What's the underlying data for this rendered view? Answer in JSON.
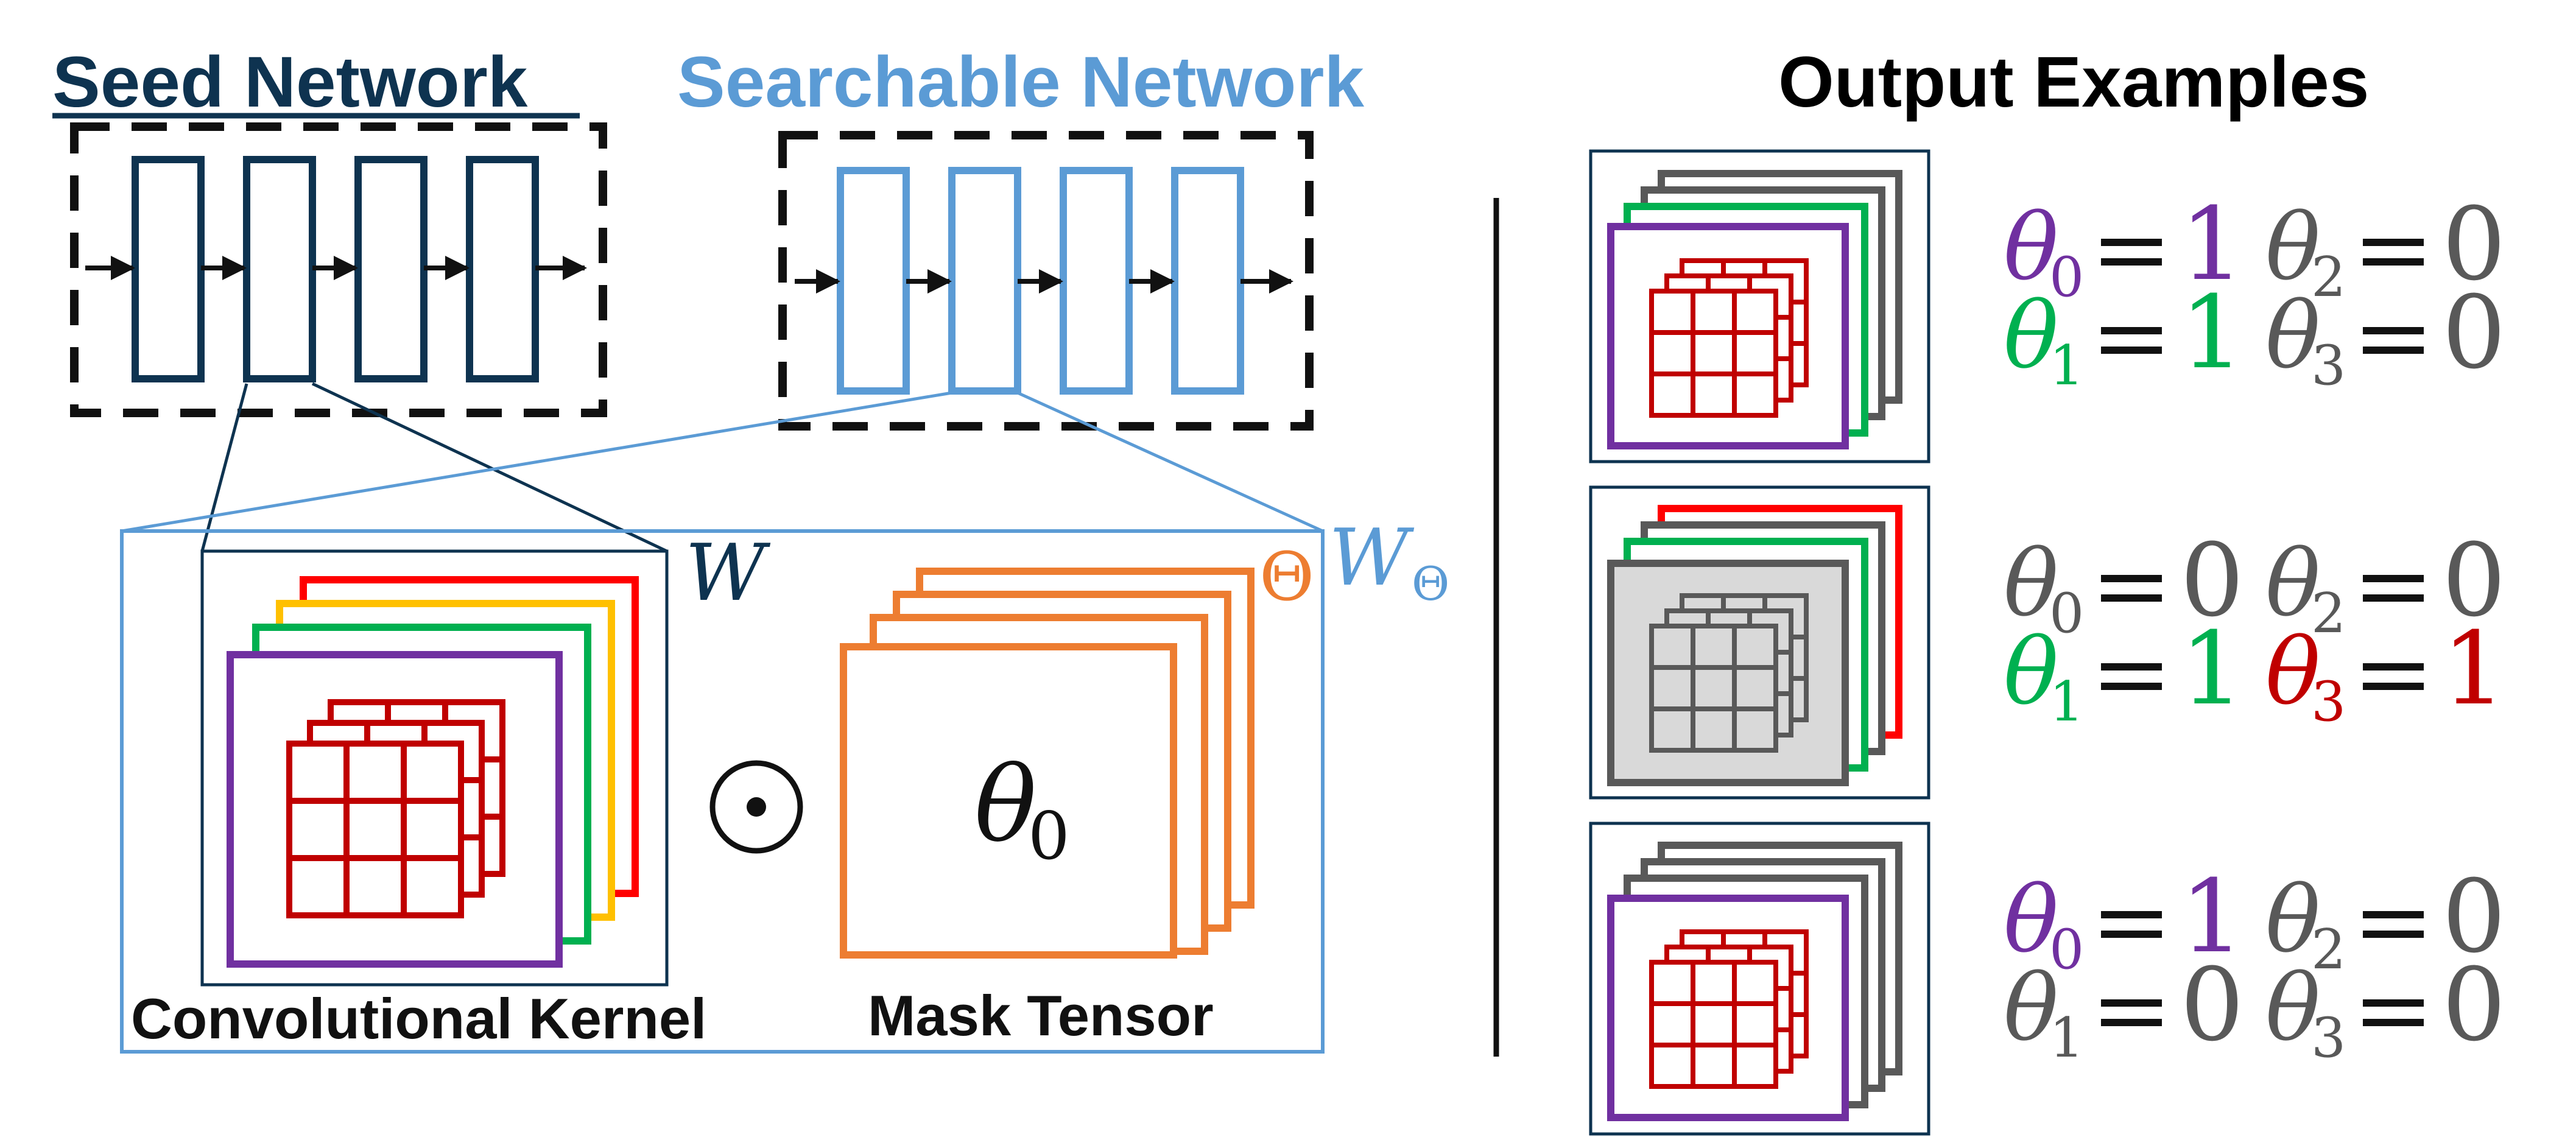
{
  "headings": {
    "seed": "Seed Network",
    "searchable": "Searchable Network",
    "output": "Output Examples"
  },
  "labels": {
    "kernel": "Convolutional Kernel",
    "mask": "Mask Tensor",
    "W": "W",
    "W_theta_base": "W",
    "W_theta_sub": "Θ",
    "Theta": "Θ",
    "mask_theta": "θ",
    "mask_theta_sub": "0",
    "odot": "⊙"
  },
  "examples": [
    {
      "equations": [
        {
          "sym": "θ",
          "sub": "0",
          "val": "1",
          "color": "purple"
        },
        {
          "sym": "θ",
          "sub": "2",
          "val": "0",
          "color": "gray"
        },
        {
          "sym": "θ",
          "sub": "1",
          "val": "1",
          "color": "green"
        },
        {
          "sym": "θ",
          "sub": "3",
          "val": "0",
          "color": "gray"
        }
      ]
    },
    {
      "equations": [
        {
          "sym": "θ",
          "sub": "0",
          "val": "0",
          "color": "gray"
        },
        {
          "sym": "θ",
          "sub": "2",
          "val": "0",
          "color": "gray"
        },
        {
          "sym": "θ",
          "sub": "1",
          "val": "1",
          "color": "green"
        },
        {
          "sym": "θ",
          "sub": "3",
          "val": "1",
          "color": "red"
        }
      ]
    },
    {
      "equations": [
        {
          "sym": "θ",
          "sub": "0",
          "val": "1",
          "color": "purple"
        },
        {
          "sym": "θ",
          "sub": "2",
          "val": "0",
          "color": "gray"
        },
        {
          "sym": "θ",
          "sub": "1",
          "val": "0",
          "color": "gray"
        },
        {
          "sym": "θ",
          "sub": "3",
          "val": "0",
          "color": "gray"
        }
      ]
    }
  ],
  "colors": {
    "navy": "#0e3350",
    "blue": "#5b9bd5",
    "red": "#c00000",
    "bright_red": "#ff0000",
    "yellow": "#ffc000",
    "green": "#00b050",
    "purple": "#7030a0",
    "orange": "#ed7d31",
    "gray": "#595959",
    "dark": "#111111"
  }
}
